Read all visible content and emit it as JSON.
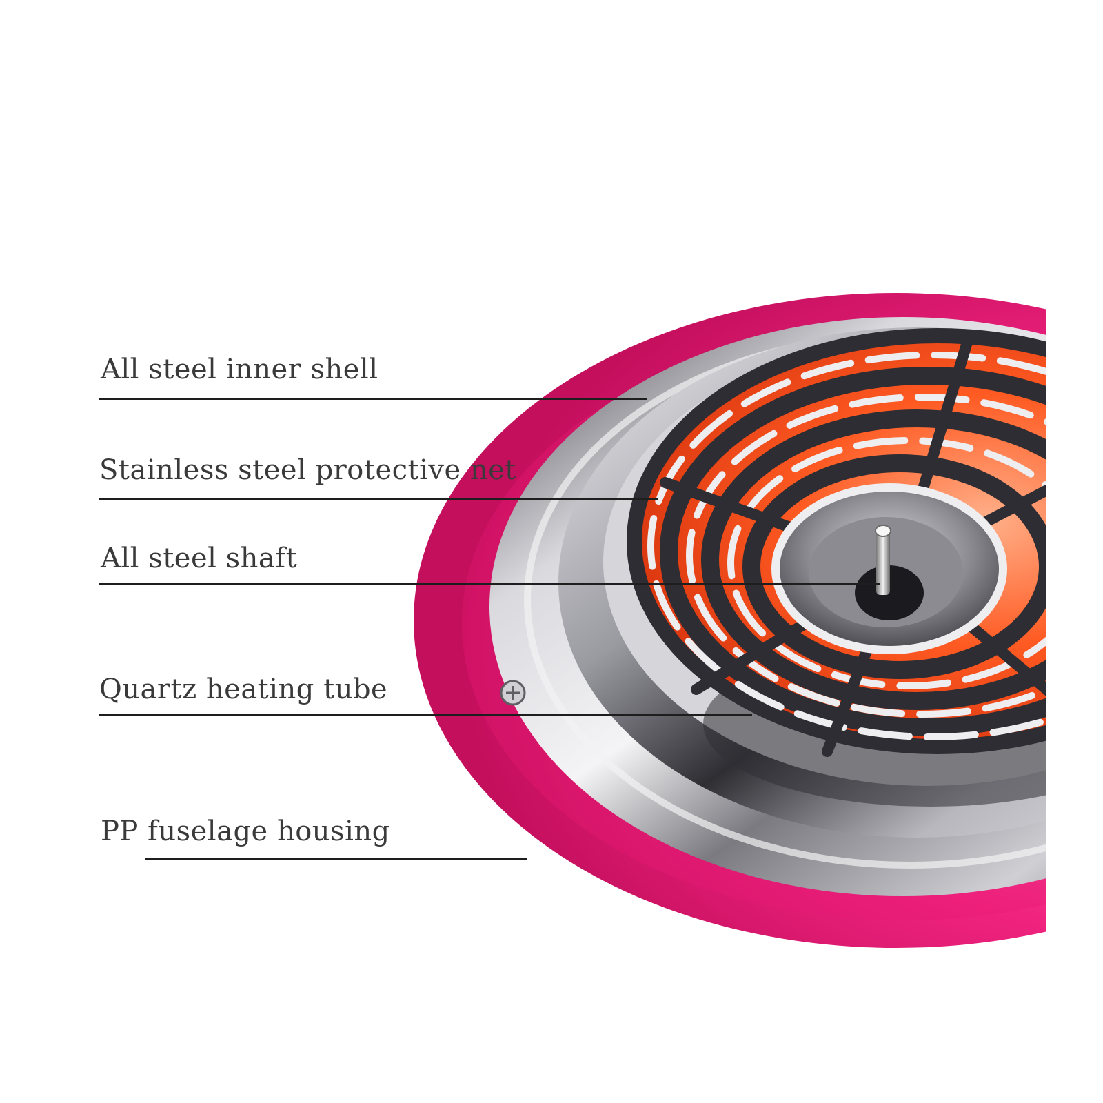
{
  "colors": {
    "housing_pink": "#ee1f7c",
    "steel_light": "#e6e6e9",
    "steel_dark": "#4b4b4f",
    "heating_orange": "#ff5a22",
    "label_text": "#3a3a3a",
    "leader_line": "#1e1e1e"
  },
  "callouts": [
    {
      "label": "All steel inner shell"
    },
    {
      "label": "Stainless steel protective net"
    },
    {
      "label": "All steel shaft"
    },
    {
      "label": "Quartz heating tube"
    },
    {
      "label": "PP fuselage housing"
    }
  ],
  "product": {
    "kind": "cotton candy machine heating head",
    "icons": [
      "mounting-screw-icon",
      "steel-shaft-icon"
    ]
  }
}
